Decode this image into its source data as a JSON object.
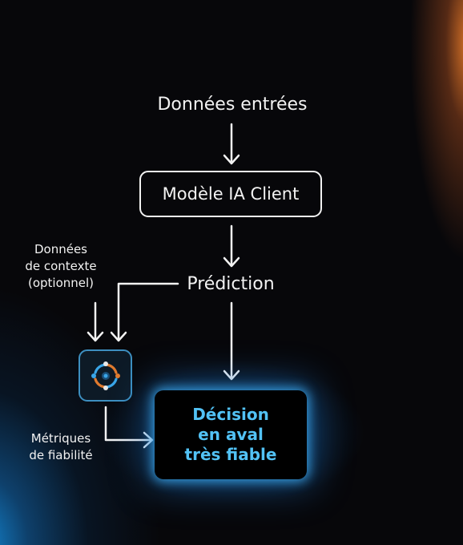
{
  "nodes": {
    "input_label": "Données entrées",
    "model_label": "Modèle IA Client",
    "prediction_label": "Prédiction",
    "context_label": [
      "Données",
      "de contexte",
      "(optionnel)"
    ],
    "metrics_label": [
      "Métriques",
      "de fiabilité"
    ],
    "decision_label": [
      "Décision",
      "en aval",
      "très fiable"
    ]
  },
  "icons": {
    "reliability_tool": "people-circle-logo-icon"
  },
  "colors": {
    "background": "#07070a",
    "text": "#f2f2f2",
    "decision_text": "#52c2f5",
    "tool_border": "#3d8fc0",
    "glow_blue": "#1e78d2",
    "glow_orange": "#de7628"
  }
}
